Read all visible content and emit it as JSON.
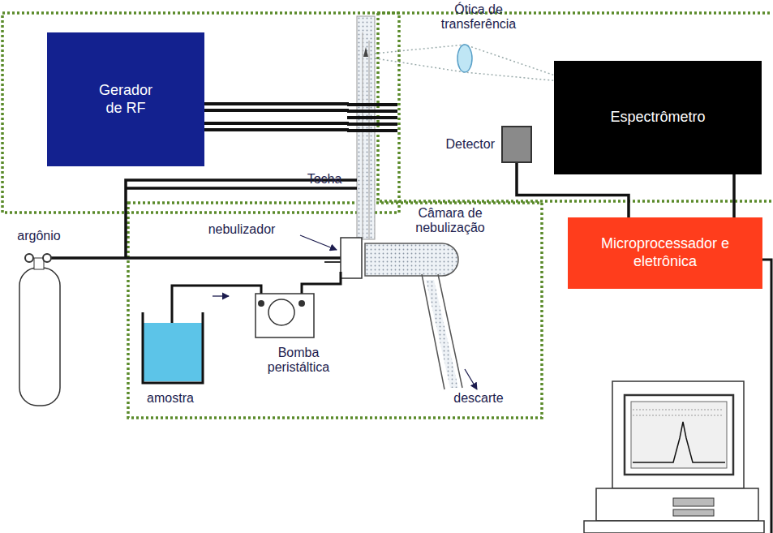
{
  "diagram": {
    "nodes": [
      {
        "text": [
          "Gerador de RF"
        ]
      },
      {
        "text": [
          "Espectrômetro"
        ]
      },
      {
        "text": [
          "Detector"
        ]
      },
      {
        "text": [
          "Microprocessador e eletrônica"
        ]
      }
    ],
    "edges": [
      {
        "from": 2,
        "to": 3,
        "arrow": "none"
      },
      {
        "from": 1,
        "to": 3,
        "arrow": "none"
      }
    ],
    "labels": [
      "Ótica de transferência",
      "Tocha",
      "argônio",
      "nebulizador",
      "Câmara de nebulização",
      "Bomba peristáltica",
      "amostra",
      "descarte"
    ]
  }
}
